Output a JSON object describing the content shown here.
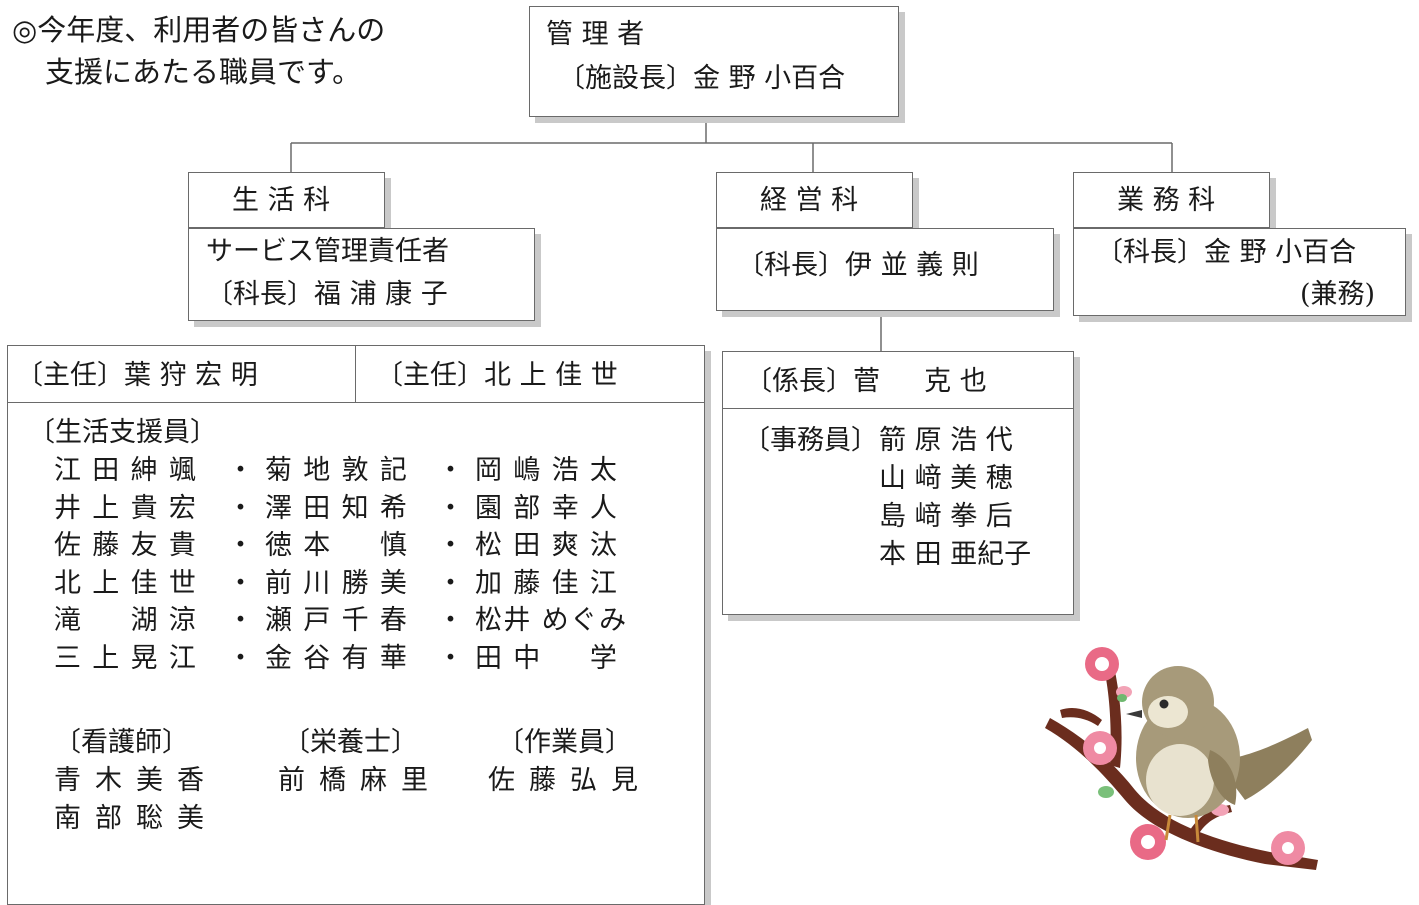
{
  "intro": {
    "line1": "◎今年度、利用者の皆さんの",
    "line2": "支援にあたる職員です。"
  },
  "admin": {
    "title": "管 理 者",
    "name": "〔施設長〕金 野 小百合"
  },
  "life": {
    "dept": "生 活 科",
    "role": "サービス管理責任者",
    "chief": "〔科長〕福 浦 康 子",
    "leader1": "〔主任〕葉 狩 宏 明",
    "leader2": "〔主任〕北 上 佳 世",
    "staff_label": "〔生活支援員〕",
    "staff_rows": [
      [
        "江 田 紳 颯",
        "・",
        "菊 地 敦 記",
        "・",
        "岡 嶋 浩 太"
      ],
      [
        "井 上 貴 宏",
        "・",
        "澤 田 知 希",
        "・",
        "園 部 幸 人"
      ],
      [
        "佐 藤 友 貴",
        "・",
        "徳 本 　 慎",
        "・",
        "松 田 爽 汰"
      ],
      [
        "北 上 佳 世",
        "・",
        "前 川 勝 美",
        "・",
        "加 藤 佳 江"
      ],
      [
        "滝 　 湖 涼",
        "・",
        "瀬 戸 千 春",
        "・",
        "松井 めぐみ"
      ],
      [
        "三 上 晃 江",
        "・",
        "金 谷 有 華",
        "・",
        "田 中 　 学"
      ]
    ],
    "nurse_label": "〔看護師〕",
    "nurses": [
      "青 木 美 香",
      "南 部 聡 美"
    ],
    "nutrition_label": "〔栄養士〕",
    "nutritionist": "前 橋 麻 里",
    "worker_label": "〔作業員〕",
    "worker": "佐 藤 弘 見"
  },
  "mgmt": {
    "dept": "経 営 科",
    "chief": "〔科長〕伊 並 義 則",
    "subchief": "〔係長〕菅 　 克 也",
    "clerk_label": "〔事務員〕",
    "clerks": [
      "箭 原 浩 代",
      "山 﨑 美 穂",
      "島 﨑 拳 后",
      "本 田 亜紀子"
    ]
  },
  "biz": {
    "dept": "業 務 科",
    "chief": "〔科長〕金 野 小百合",
    "note": "(兼務)"
  },
  "illustration": {
    "name": "bird-on-plum-branch",
    "bird_color": "#a79a7a",
    "blossom_color": "#e96a86",
    "branch_color": "#6b2d1e"
  }
}
